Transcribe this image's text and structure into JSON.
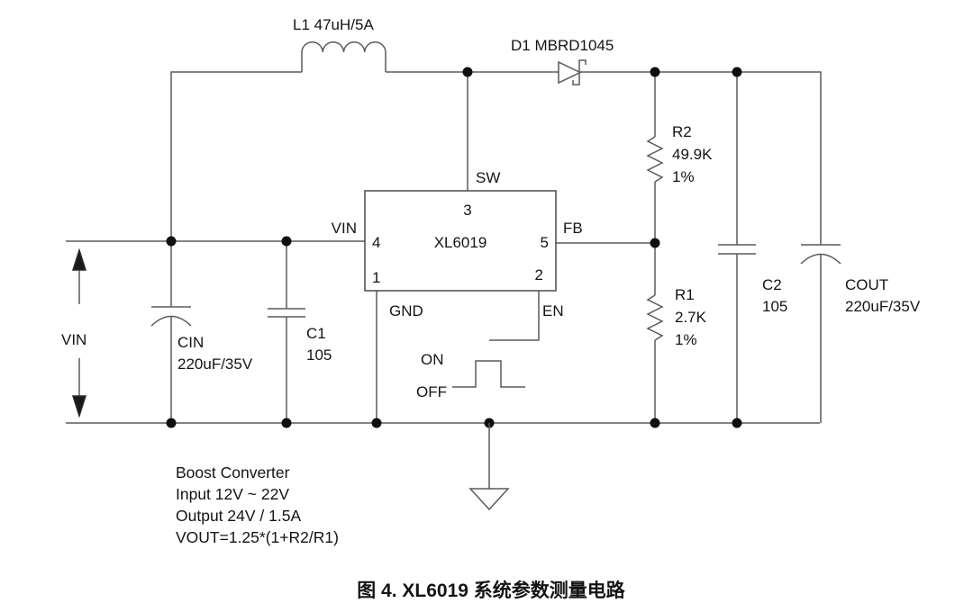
{
  "figure": {
    "caption": "图 4. XL6019 系统参数测量电路"
  },
  "ic": {
    "name": "XL6019",
    "pin3_number": "3",
    "pin4_number": "4",
    "pin5_number": "5",
    "pin1_number": "1",
    "pin2_number": "2",
    "pin_sw_label": "SW",
    "pin_vin_label": "VIN",
    "pin_fb_label": "FB",
    "pin_gnd_label": "GND",
    "pin_en_label": "EN"
  },
  "components": {
    "l1_label": "L1 47uH/5A",
    "d1_label": "D1 MBRD1045",
    "r2_name": "R2",
    "r2_value": "49.9K",
    "r2_tolerance": "1%",
    "r1_name": "R1",
    "r1_value": "2.7K",
    "r1_tolerance": "1%",
    "cin_name": "CIN",
    "cin_value": "220uF/35V",
    "c1_name": "C1",
    "c1_value": "105",
    "c2_name": "C2",
    "c2_value": "105",
    "cout_name": "COUT",
    "cout_value": "220uF/35V"
  },
  "source": {
    "vin_label": "VIN"
  },
  "enable_waveform": {
    "on_label": "ON",
    "off_label": "OFF"
  },
  "notes": {
    "line1": "Boost Converter",
    "line2": "Input 12V ~ 22V",
    "line3": "Output 24V / 1.5A",
    "line4": "VOUT=1.25*(1+R2/R1)"
  },
  "colors": {
    "background": "#ffffff",
    "wire": "#5a5a5a",
    "text": "#141414"
  }
}
